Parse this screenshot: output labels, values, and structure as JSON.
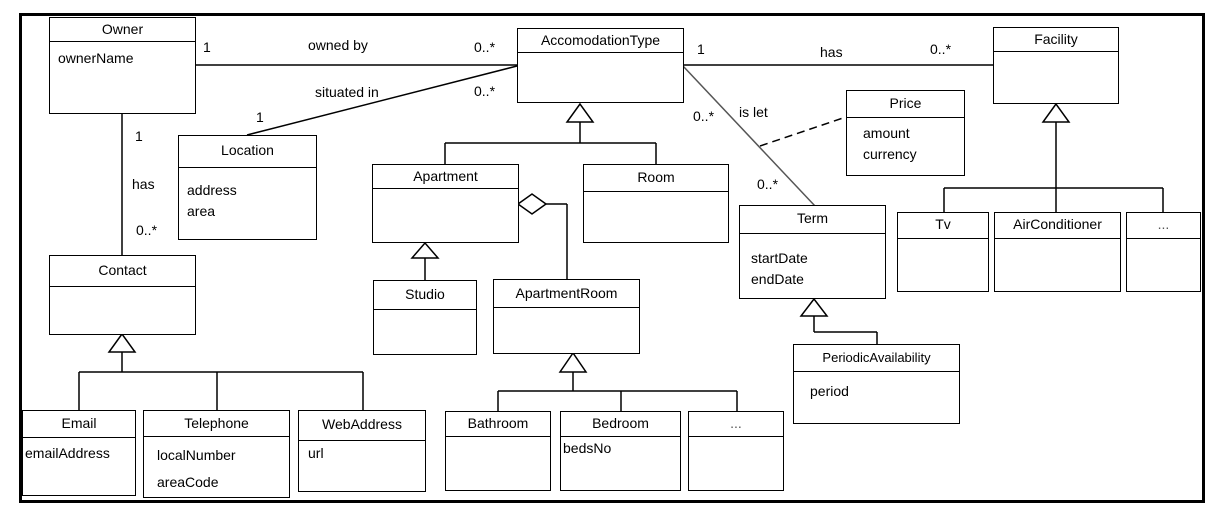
{
  "diagram": {
    "type": "UML class diagram",
    "classes": {
      "owner": {
        "name": "Owner",
        "attributes": [
          "ownerName"
        ]
      },
      "accommodation_type": {
        "name": "AccomodationType",
        "attributes": []
      },
      "facility": {
        "name": "Facility",
        "attributes": []
      },
      "location": {
        "name": "Location",
        "attributes": [
          "address",
          "area"
        ]
      },
      "price": {
        "name": "Price",
        "attributes": [
          "amount",
          "currency"
        ]
      },
      "apartment": {
        "name": "Apartment",
        "attributes": []
      },
      "room": {
        "name": "Room",
        "attributes": []
      },
      "term": {
        "name": "Term",
        "attributes": [
          "startDate",
          "endDate"
        ]
      },
      "tv": {
        "name": "Tv",
        "attributes": []
      },
      "air_conditioner": {
        "name": "AirConditioner",
        "attributes": []
      },
      "facility_more": {
        "name": "...",
        "attributes": []
      },
      "contact": {
        "name": "Contact",
        "attributes": []
      },
      "studio": {
        "name": "Studio",
        "attributes": []
      },
      "apartment_room": {
        "name": "ApartmentRoom",
        "attributes": []
      },
      "periodic_availability": {
        "name": "PeriodicAvailability",
        "attributes": [
          "period"
        ]
      },
      "email": {
        "name": "Email",
        "attributes": [
          "emailAddress"
        ]
      },
      "telephone": {
        "name": "Telephone",
        "attributes": [
          "localNumber",
          "areaCode"
        ]
      },
      "web_address": {
        "name": "WebAddress",
        "attributes": [
          "url"
        ]
      },
      "bathroom": {
        "name": "Bathroom",
        "attributes": []
      },
      "bedroom": {
        "name": "Bedroom",
        "attributes": [
          "bedsNo"
        ]
      },
      "room_more": {
        "name": "...",
        "attributes": []
      }
    },
    "associations": {
      "owned_by": {
        "label": "owned by",
        "from_mult": "1",
        "to_mult": "0..*"
      },
      "situated_in": {
        "label": "situated in",
        "from_mult": "1",
        "to_mult": "0..*"
      },
      "has_facility": {
        "label": "has",
        "from_mult": "1",
        "to_mult": "0..*"
      },
      "is_let": {
        "label": "is let",
        "from_mult": "0..*",
        "to_mult": "0..*"
      },
      "has_contact": {
        "label": "has",
        "from_mult": "1",
        "to_mult": "0..*"
      }
    }
  }
}
